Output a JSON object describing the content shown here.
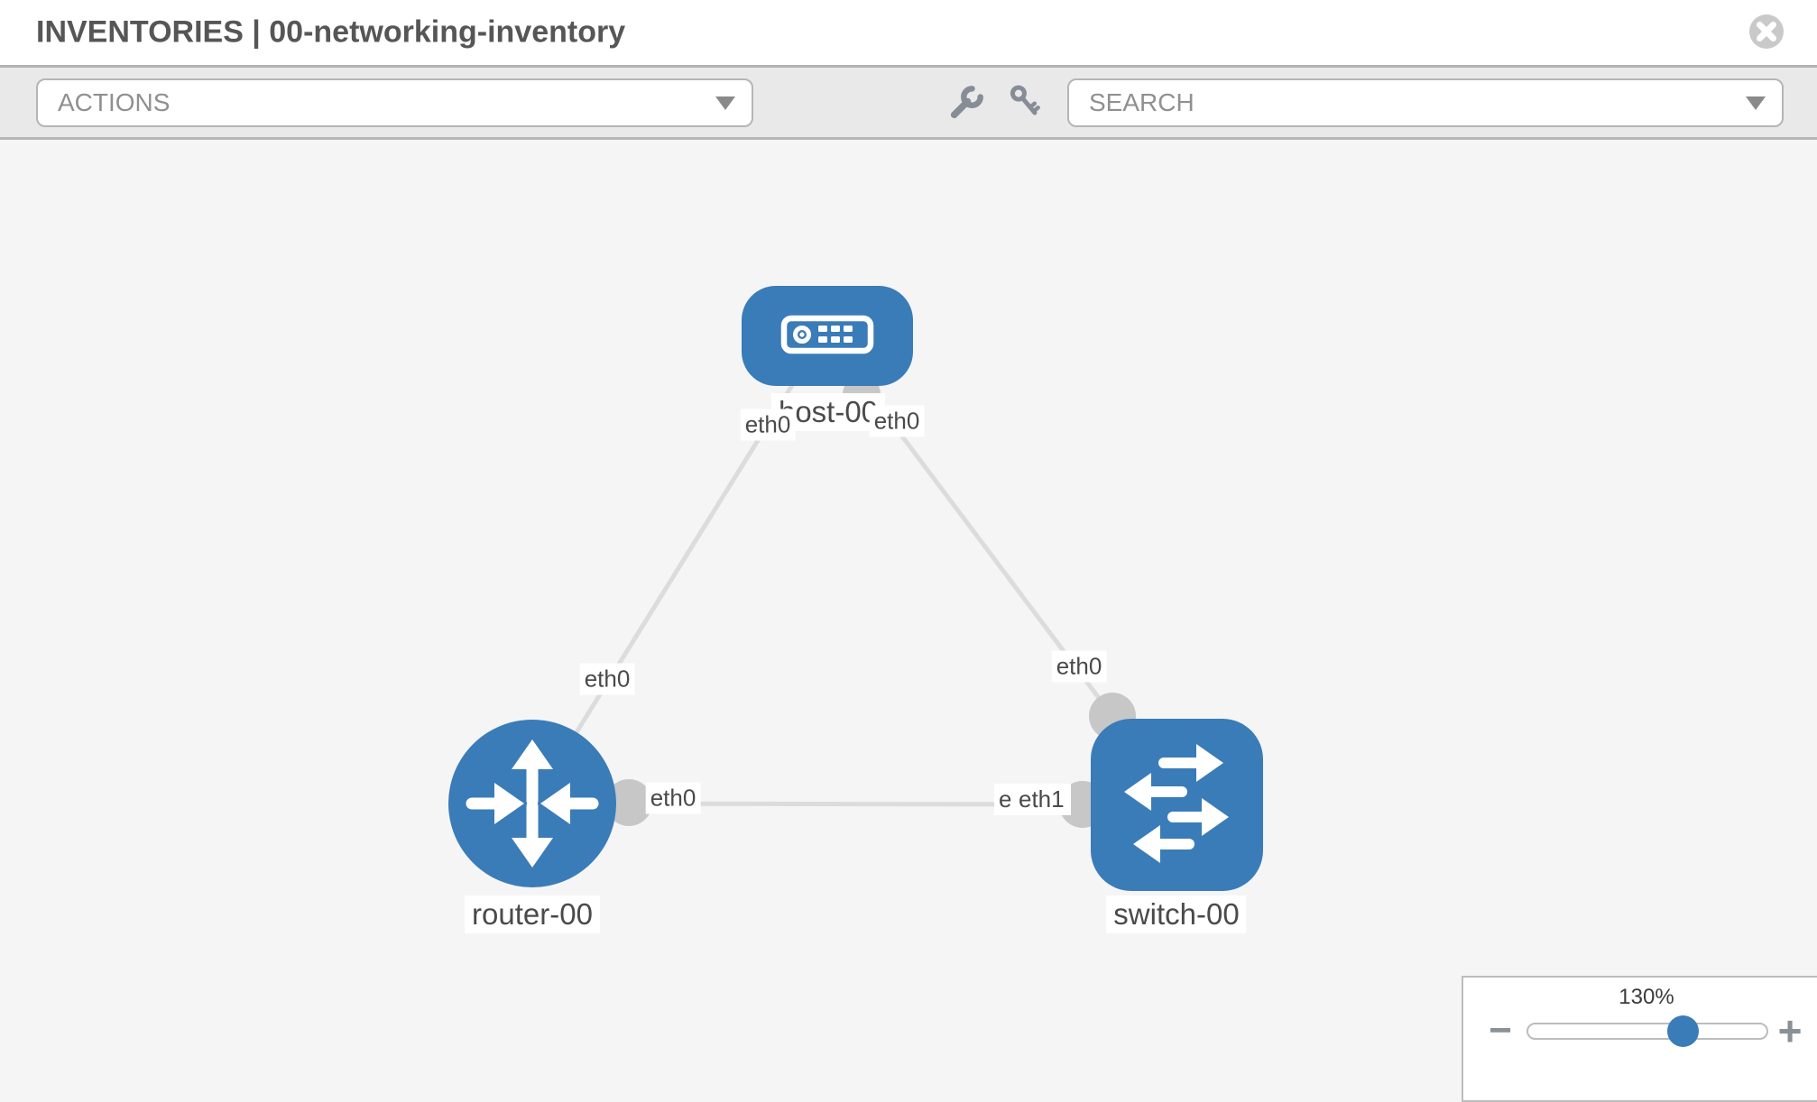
{
  "header": {
    "title": "INVENTORIES | 00-networking-inventory"
  },
  "toolbar": {
    "actions": {
      "label": "ACTIONS",
      "caret_icon": "caret-down"
    },
    "wrench_icon": "wrench",
    "key_icon": "key",
    "search": {
      "label": "SEARCH",
      "caret_icon": "caret-down"
    }
  },
  "icons": {
    "close": "circle-x"
  },
  "topology": {
    "nodes": [
      {
        "id": "host-00",
        "type": "host",
        "label": "host-00"
      },
      {
        "id": "router-00",
        "type": "router",
        "label": "router-00"
      },
      {
        "id": "switch-00",
        "type": "switch",
        "label": "switch-00"
      }
    ],
    "links": [
      {
        "source": "host-00",
        "target": "router-00",
        "source_interface": "eth0",
        "target_interface": "eth0"
      },
      {
        "source": "host-00",
        "target": "switch-00",
        "source_interface": "eth0",
        "target_interface": "eth0"
      },
      {
        "source": "router-00",
        "target": "switch-00",
        "source_interface": "eth0",
        "target_interface": "eth1"
      }
    ]
  },
  "zoom_control": {
    "level": "130%",
    "zoom_out": "−",
    "zoom_in": "+"
  },
  "colors": {
    "node_blue": "#3a7cb8",
    "link_gray": "#dcdcdc",
    "interface_dot_gray": "#c7c7c7",
    "canvas_bg": "#f5f5f5",
    "toolbar_bg": "#e9e9e9"
  }
}
